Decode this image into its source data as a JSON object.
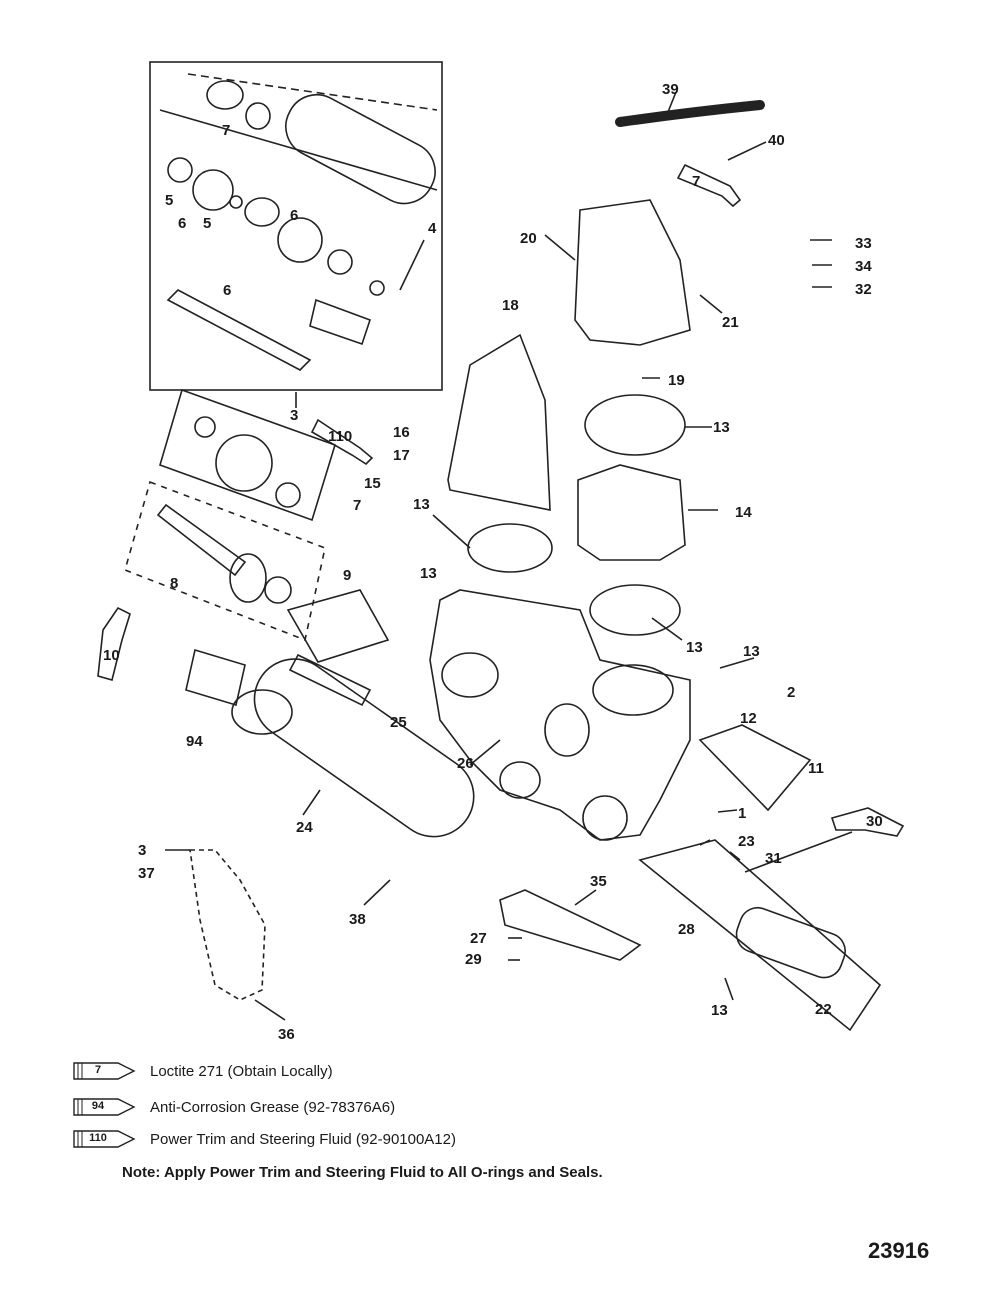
{
  "callouts": [
    "39",
    "40",
    "7",
    "33",
    "34",
    "32",
    "20",
    "21",
    "18",
    "19",
    "16",
    "17",
    "110",
    "13",
    "14",
    "15",
    "13",
    "13",
    "13",
    "3",
    "4",
    "5",
    "6",
    "7",
    "8",
    "9",
    "10",
    "94",
    "25",
    "26",
    "1",
    "2",
    "11",
    "12",
    "13",
    "38",
    "24",
    "3",
    "37",
    "36",
    "35",
    "27",
    "29",
    "28",
    "13",
    "22",
    "23",
    "31",
    "30",
    "7",
    "6",
    "5",
    "6"
  ],
  "legend": [
    {
      "num": "7",
      "text": "Loctite 271 (Obtain Locally)"
    },
    {
      "num": "94",
      "text": "Anti-Corrosion Grease (92-78376A6)"
    },
    {
      "num": "110",
      "text": "Power Trim  and Steering Fluid (92-90100A12)"
    }
  ],
  "note": "Note: Apply Power Trim and Steering Fluid to All O-rings and Seals.",
  "figure_number": "23916"
}
